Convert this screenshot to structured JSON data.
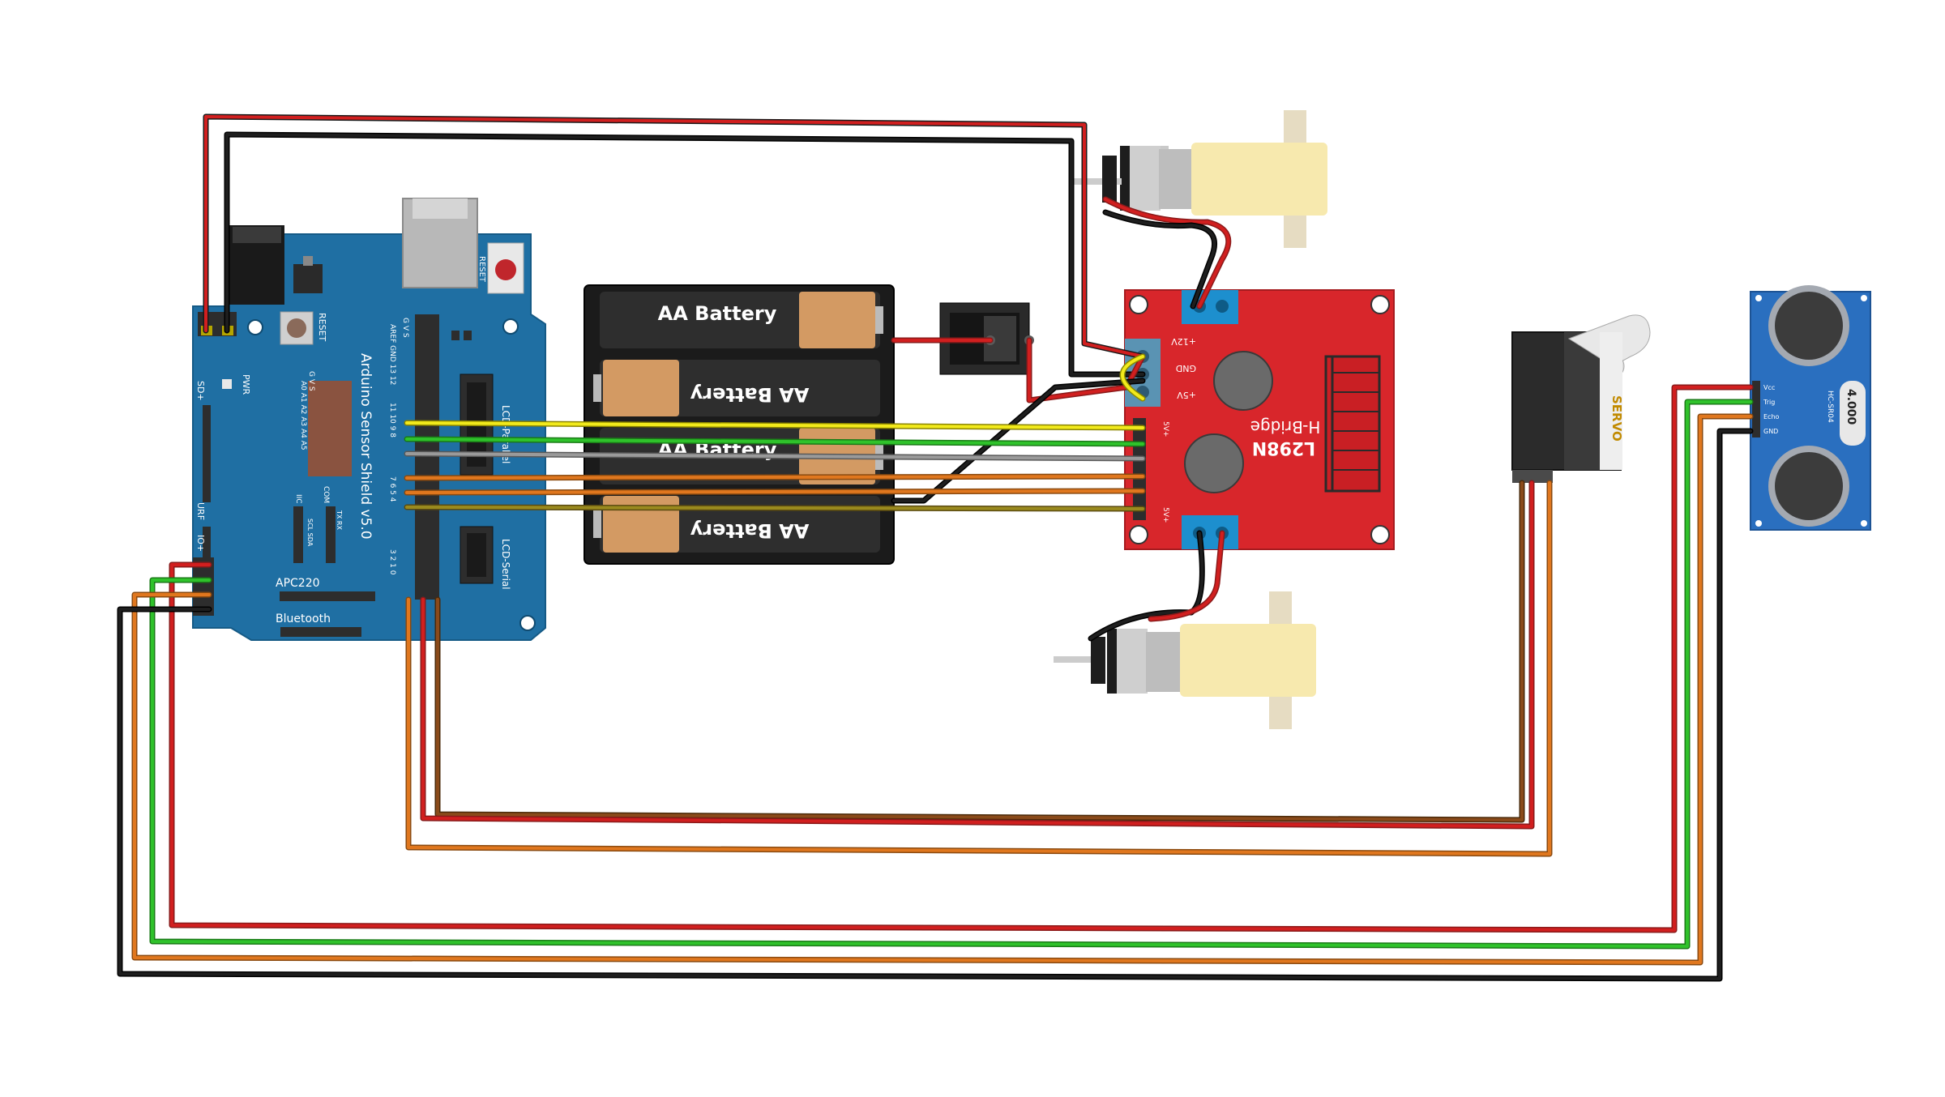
{
  "arduino": {
    "board_title": "Arduino Sensor Shield v5.0",
    "reset_top": "RESET",
    "reset_side": "RESET",
    "pwr": "PWR",
    "areftop": "AREF GND 13 12",
    "pins_top": "11 10 9 8",
    "pins_mid": "7 6 5 4",
    "pins_bot": "3 2 1 0",
    "analog": "A0 A1 A2 A3 A4 A5",
    "lcd_parallel": "LCD-Parallel",
    "lcd_serial": "LCD-Serial",
    "apc220": "APC220",
    "bluetooth": "Bluetooth",
    "sd": "SD+",
    "urf": "URF",
    "iic": "IIC",
    "com": "COM",
    "gvs": "G V S",
    "scl_sda": "SCL SDA",
    "tx_rx": "TX RX",
    "io_plus": "IO+"
  },
  "battery": {
    "label": "AA Battery"
  },
  "hbridge": {
    "title": "L298N",
    "subtitle": "H-Bridge",
    "v12": "+12V",
    "gnd": "GND",
    "v5": "+5V",
    "in_label": "5V+",
    "in_label2": "5V+"
  },
  "servo": {
    "label": "SERVO"
  },
  "sonar": {
    "model": "HC-SR04",
    "freq": "4.000",
    "vcc": "Vcc",
    "trig": "Trig",
    "echo": "Echo",
    "gnd": "GND"
  },
  "colors": {
    "wire_red": "#d11f1f",
    "wire_black": "#1e1e1e",
    "wire_yellow": "#f2ea1b",
    "wire_green": "#2fc22b",
    "wire_orange": "#e0771e",
    "wire_brown": "#8a4a1a",
    "wire_olive": "#9a8a1e",
    "wire_gray": "#9a9a9a",
    "arduino_blue": "#1f6fa3",
    "hbridge_red": "#d8262b",
    "sonar_blue": "#2a6fbf"
  }
}
